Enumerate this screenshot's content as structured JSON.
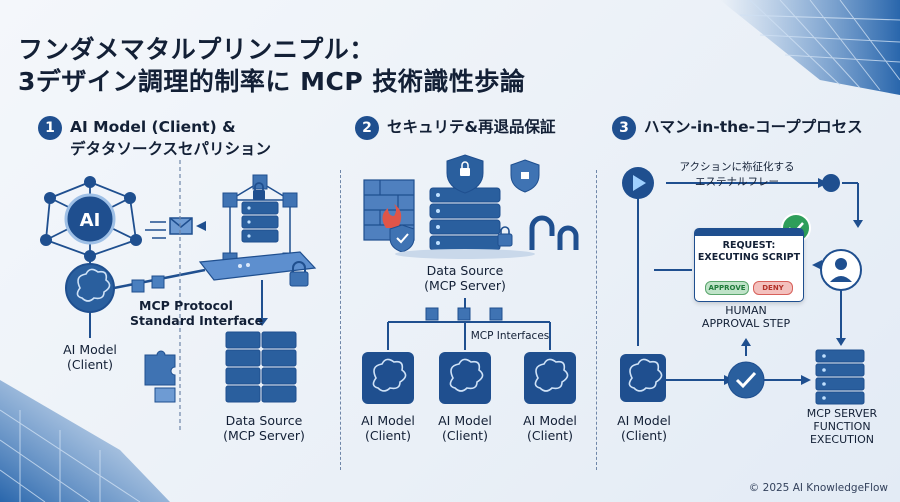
{
  "title": {
    "line1": "フンダメマタルプリンニプル：",
    "line2": "3デザイン調理的制率に MCP 技術識性歩論"
  },
  "sections": [
    {
      "number": "1",
      "title_line1": "AI Model (Client) &",
      "title_line2": "デタタソークスセパリション"
    },
    {
      "number": "2",
      "title_line1": "セキュリテ&再退品保証",
      "title_line2": ""
    },
    {
      "number": "3",
      "title_line1": "ハマン-in-the-コーププロセス",
      "title_line2": ""
    }
  ],
  "section1": {
    "ai_text": "AI",
    "client_label": [
      "AI Model",
      "(Client)"
    ],
    "protocol_label": [
      "MCP Protocol",
      "Standard Interface"
    ],
    "datasource_label": [
      "Data Source",
      "(MCP Server)"
    ]
  },
  "section2": {
    "datasource_label": [
      "Data Source",
      "(MCP Server)"
    ],
    "interfaces_label": "MCP Interfaces",
    "clients": [
      [
        "AI Model",
        "(Client)"
      ],
      [
        "AI Model",
        "(Client)"
      ],
      [
        "AI Model",
        "(Client)"
      ]
    ]
  },
  "section3": {
    "action_label": [
      "アクションに袮征化する",
      "エステナルフレー"
    ],
    "panel_text": [
      "REQUEST:",
      "EXECUTING SCRIPT"
    ],
    "approve": "APPROVE",
    "deny": "DENY",
    "approval_label": [
      "HUMAN",
      "APPROVAL STEP"
    ],
    "client_label": [
      "AI Model",
      "(Client)"
    ],
    "server_label": [
      "MCP SERVER",
      "FUNCTION",
      "EXECUTION"
    ]
  },
  "footer": "© 2025 AI KnowledgeFlow",
  "colors": {
    "navy": "#1f4f8f",
    "dark": "#132036",
    "green": "#2e9e5a",
    "red": "#e05548"
  }
}
